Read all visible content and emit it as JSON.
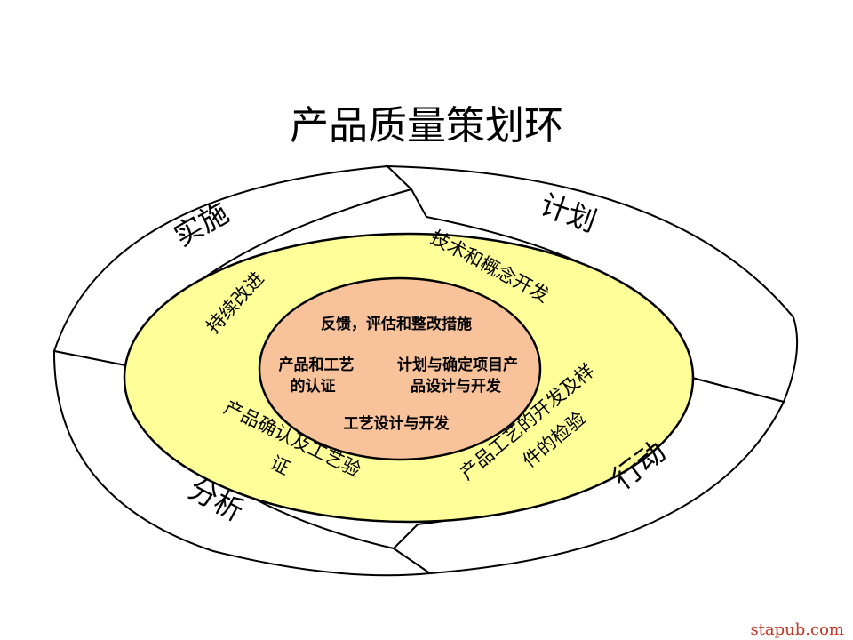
{
  "title": "产品质量策划环",
  "outer_ring": {
    "top_left": "实施",
    "top_right": "计划",
    "bottom_left": "分析",
    "bottom_right": "行动"
  },
  "middle_ring": {
    "top": "技术和概念开发",
    "left": "持续改进",
    "bottom_left_line1": "产品确认及工艺验",
    "bottom_left_line2": "证",
    "bottom_right_line1": "产品工艺的开发及样",
    "bottom_right_line2": "件的检验"
  },
  "core": {
    "top": "反馈，评估和整改措施",
    "left_line1": "产品和工艺",
    "left_line2": "的认证",
    "right_line1": "计划与确定项目产",
    "right_line2": "品设计与开发",
    "bottom": "工艺设计与开发"
  },
  "watermark": "stapub.com",
  "colors": {
    "outer_fill": "#ffffff",
    "middle_fill": "#ffff99",
    "core_fill": "#f8c39a",
    "stroke": "#000000",
    "watermark": "#c0392b"
  }
}
